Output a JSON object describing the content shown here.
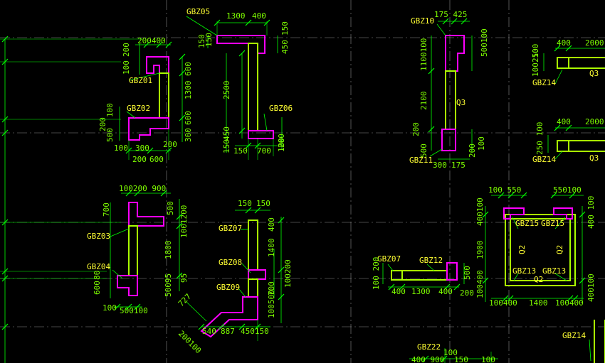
{
  "components": {
    "gbz05": "GBZ05",
    "gbz06": "GBZ06",
    "gbz01": "GBZ01",
    "gbz02": "GBZ02",
    "gbz03": "GBZ03",
    "gbz04": "GBZ04",
    "gbz07a": "GBZ07",
    "gbz08": "GBZ08",
    "gbz09": "GBZ09",
    "gbz07b": "GBZ07",
    "gbz12": "GBZ12",
    "gbz10": "GBZ10",
    "gbz11": "GBZ11",
    "gbz14a": "GBZ14",
    "gbz14b": "GBZ14",
    "gbz14c": "GBZ14",
    "gbz15a": "GBZ15",
    "gbz15b": "GBZ15",
    "gbz13a": "GBZ13",
    "gbz13b": "GBZ13",
    "gbz22": "GBZ22"
  },
  "walls": {
    "q3a": "Q3",
    "q3b": "Q3",
    "q3c": "Q3",
    "q2a": "Q2",
    "q2b": "Q2",
    "q2c": "Q2"
  },
  "dims": {
    "d1300a": "1300",
    "d400a": "400",
    "d150a": "150",
    "d150b": "150",
    "d450a": "450",
    "d2500": "2500",
    "d150c": "150",
    "d450b": "450",
    "d150d": "150",
    "d700a": "700",
    "d200a": "200",
    "d100a": "100",
    "d200400": "200400",
    "d200b": "200",
    "d100b": "100",
    "d600a": "600",
    "d1300b": "1300",
    "d600b": "600",
    "d100c": "100",
    "d200c": "200",
    "d500a": "500",
    "d300a": "300",
    "d100d": "100",
    "d300b": "300",
    "d200d": "200",
    "d200e": "200",
    "d600c": "600",
    "d100200900": "100200 900",
    "d700b": "700",
    "d500b": "500",
    "d1001200": "1001200",
    "d1800": "1800",
    "d600": "600",
    "d80": "80",
    "d50095": "50095",
    "d95": "95",
    "d100e": "100",
    "d500100": "500100",
    "d150e": "150",
    "d150f": "150",
    "d400b": "400",
    "d1400a": "1400",
    "d100200b": "100200",
    "d700c": "700",
    "d100500": "100500",
    "d727": "727",
    "d200100": "200100",
    "d540": "540",
    "d887": "887",
    "d450150": "450150",
    "d100200c": "100 200",
    "d400c": "400",
    "d1300c": "1300",
    "d400d": "400",
    "d500c": "500",
    "d200f": "200",
    "d175425": "175 425",
    "d1100100": "1100100",
    "d500100b": "500100",
    "d2100": "2100",
    "d200g": "200",
    "d500d": "500",
    "d300c": "300",
    "d175": "175",
    "d200h": "200",
    "d100f": "100",
    "d400e": "400",
    "d2000a": "2000",
    "d250a": "250",
    "d100100": "100 100",
    "d400f": "400",
    "d2000b": "2000",
    "d250100": "250 100",
    "d100550": "100 550",
    "d550100": "550100",
    "d400100a": "400100",
    "d400100b": "400 100",
    "d1900": "1900",
    "d100400a": "100400",
    "d1400b": "1400",
    "d400100c": "400100",
    "d100400b": "100400",
    "d100400c": "100400",
    "d400900": "400 900",
    "d150g": "150",
    "d100g": "100",
    "d100h": "100"
  }
}
